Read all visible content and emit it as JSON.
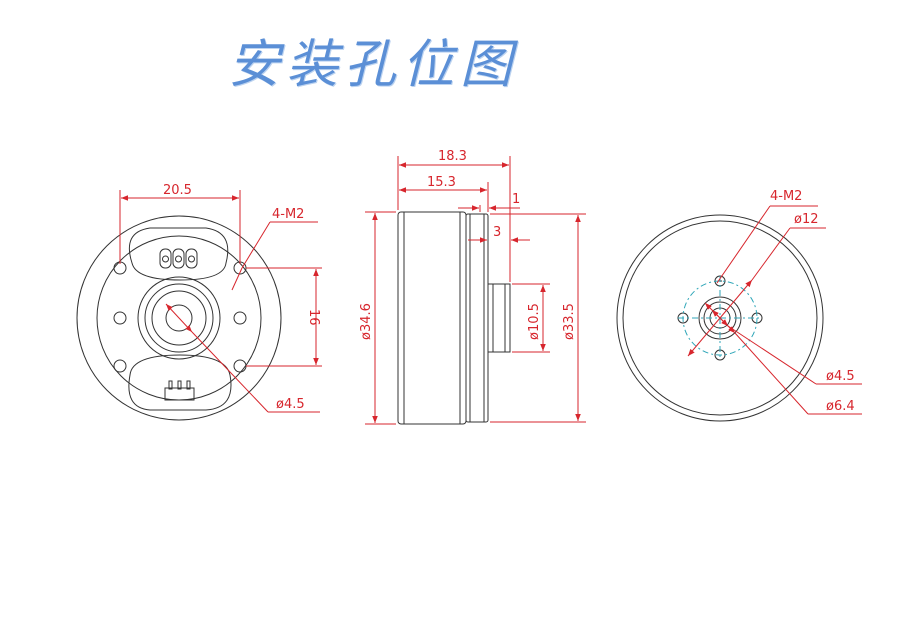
{
  "title": "安装孔位图",
  "colors": {
    "outline": "#333333",
    "dimension": "#d7262d",
    "center": "#2fa6b8",
    "title": "#5b8fd6"
  },
  "left_view": {
    "width_label": "20.5",
    "thread_label": "4-M2",
    "spacing_label": "16",
    "bore_label": "ø4.5"
  },
  "side_view": {
    "total_len_label": "18.3",
    "body_len_label": "15.3",
    "step_label": "1",
    "hub_label": "3",
    "diam_label": "ø34.6",
    "shaft_label": "ø10.5",
    "flange_label": "ø33.5"
  },
  "right_view": {
    "thread_label": "4-M2",
    "pcd_label": "ø12",
    "bore_label": "ø4.5",
    "hub_label": "ø6.4"
  }
}
